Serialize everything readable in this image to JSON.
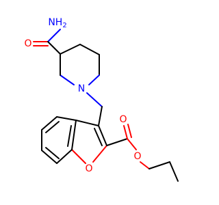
{
  "molecule": {
    "labels": {
      "amide_nh2": "NH",
      "amide_nh2_sub": "2",
      "amide_o": "O",
      "piperidine_n": "N",
      "ester_carbonyl_o": "O",
      "ester_ether_o": "O",
      "furan_o": "O"
    },
    "colors": {
      "carbon_bond": "#000000",
      "oxygen": "#ff0000",
      "nitrogen": "#0000ff",
      "background": "#ffffff"
    }
  }
}
